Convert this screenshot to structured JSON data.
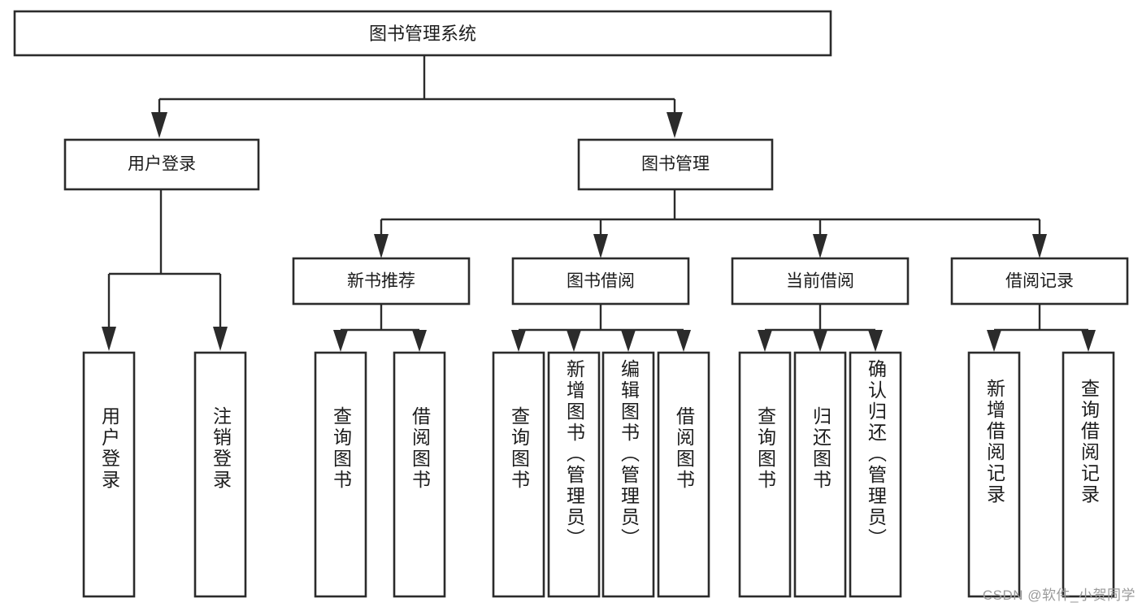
{
  "diagram": {
    "type": "tree-hierarchy",
    "orientation": "top-down",
    "title": "图书管理系统",
    "root": {
      "id": "root",
      "label": "图书管理系统"
    },
    "level1": [
      {
        "id": "user-login",
        "label": "用户登录"
      },
      {
        "id": "book-management",
        "label": "图书管理"
      }
    ],
    "level2": [
      {
        "id": "new-book-recommend",
        "label": "新书推荐",
        "parent": "book-management"
      },
      {
        "id": "book-borrow",
        "label": "图书借阅",
        "parent": "book-management"
      },
      {
        "id": "current-borrow",
        "label": "当前借阅",
        "parent": "book-management"
      },
      {
        "id": "borrow-record",
        "label": "借阅记录",
        "parent": "book-management"
      }
    ],
    "leaves": [
      {
        "id": "leaf-user-login",
        "label": "用户登录",
        "parent": "user-login"
      },
      {
        "id": "leaf-logout-login",
        "label": "注销登录",
        "parent": "user-login"
      },
      {
        "id": "leaf-query-book-1",
        "label": "查询图书",
        "parent": "new-book-recommend"
      },
      {
        "id": "leaf-borrow-book-1",
        "label": "借阅图书",
        "parent": "new-book-recommend"
      },
      {
        "id": "leaf-query-book-2",
        "label": "查询图书",
        "parent": "book-borrow"
      },
      {
        "id": "leaf-add-book",
        "label": "新增图书（管理员）",
        "parent": "book-borrow"
      },
      {
        "id": "leaf-edit-book",
        "label": "编辑图书（管理员）",
        "parent": "book-borrow"
      },
      {
        "id": "leaf-borrow-book-2",
        "label": "借阅图书",
        "parent": "book-borrow"
      },
      {
        "id": "leaf-query-book-3",
        "label": "查询图书",
        "parent": "current-borrow"
      },
      {
        "id": "leaf-return-book",
        "label": "归还图书",
        "parent": "current-borrow"
      },
      {
        "id": "leaf-confirm-return",
        "label": "确认归还（管理员）",
        "parent": "current-borrow"
      },
      {
        "id": "leaf-add-record",
        "label": "新增借阅记录",
        "parent": "borrow-record"
      },
      {
        "id": "leaf-query-record",
        "label": "查询借阅记录",
        "parent": "borrow-record"
      }
    ]
  },
  "watermark": {
    "text": "CSDN @软件_小贺同学"
  },
  "colors": {
    "box_border": "#2b2b2b",
    "box_fill": "#ffffff",
    "connector": "#2b2b2b",
    "text": "#1c1c1c",
    "watermark": "#9a9a9a",
    "background": "#ffffff"
  }
}
